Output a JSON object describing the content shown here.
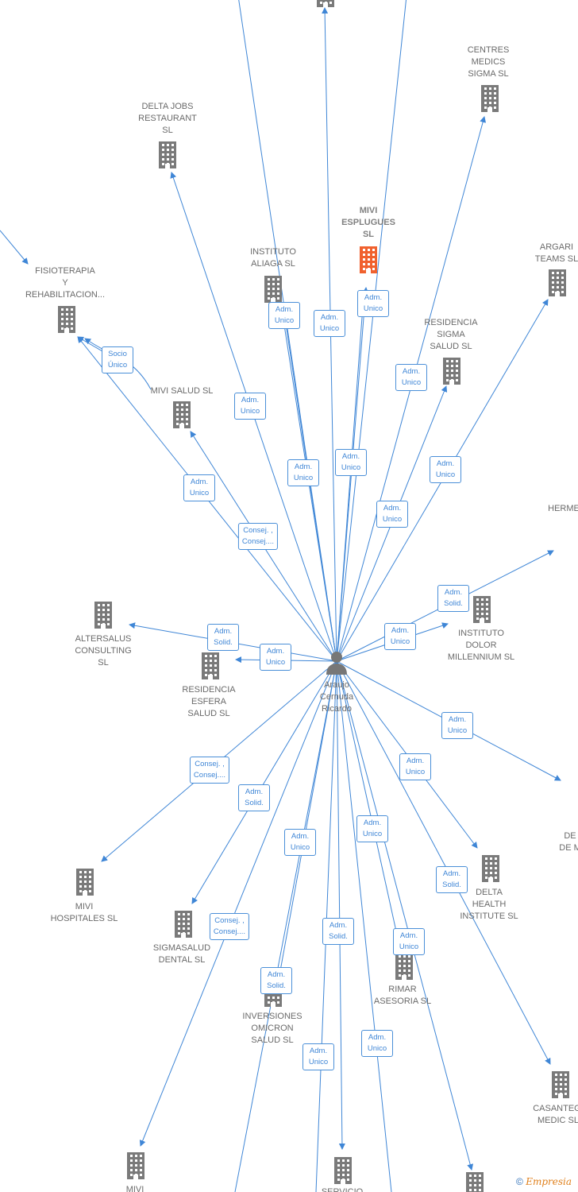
{
  "center": {
    "name": "Araujo\nCernuda\nRicardo"
  },
  "nodes": [
    {
      "id": "delta_jobs",
      "label": "DELTA JOBS\nRESTAURANT\nSL"
    },
    {
      "id": "centres_medics",
      "label": "CENTRES\nMEDICS\nSIGMA SL"
    },
    {
      "id": "mivi_esplugues",
      "label": "MIVI\nESPLUGUES\nSL",
      "focus": true
    },
    {
      "id": "instituto_aliaga",
      "label": "INSTITUTO\nALIAGA SL"
    },
    {
      "id": "fisioterapia",
      "label": "FISIOTERAPIA\nY\nREHABILITACION..."
    },
    {
      "id": "argari",
      "label": "ARGARI\nTEAMS SL"
    },
    {
      "id": "residencia_sigma",
      "label": "RESIDENCIA\nSIGMA\nSALUD SL"
    },
    {
      "id": "mivi_salud",
      "label": "MIVI SALUD SL"
    },
    {
      "id": "hermes",
      "label": "HERME"
    },
    {
      "id": "altersalus",
      "label": "ALTERSALUS\nCONSULTING\nSL"
    },
    {
      "id": "residencia_esfera",
      "label": "RESIDENCIA\nESFERA\nSALUD SL"
    },
    {
      "id": "instituto_dolor",
      "label": "INSTITUTO\nDOLOR\nMILLENNIUM SL"
    },
    {
      "id": "de_m",
      "label": "DE\nDE M"
    },
    {
      "id": "mivi_hospitales",
      "label": "MIVI\nHOSPITALES SL"
    },
    {
      "id": "delta_health",
      "label": "DELTA\nHEALTH\nINSTITUTE SL"
    },
    {
      "id": "sigmasalud",
      "label": "SIGMASALUD\nDENTAL SL"
    },
    {
      "id": "rimar",
      "label": "RIMAR\nASESORIA SL"
    },
    {
      "id": "inversiones",
      "label": "INVERSIONES\nOMICRON\nSALUD SL"
    },
    {
      "id": "casantegi",
      "label": "CASANTEGI\nMEDIC SL"
    },
    {
      "id": "mivi_bottom",
      "label": "MIVI"
    },
    {
      "id": "servicios",
      "label": "SERVICIO"
    },
    {
      "id": "top_unlabeled",
      "label": ""
    },
    {
      "id": "bottom_right_unlabeled",
      "label": ""
    }
  ],
  "edge_labels": [
    {
      "id": "e_aliaga",
      "text": "Adm.\nUnico"
    },
    {
      "id": "e_top",
      "text": "Adm.\nUnico"
    },
    {
      "id": "e_mivi_esplugues",
      "text": "Adm.\nUnico"
    },
    {
      "id": "e_residencia_sigma_upper",
      "text": "Adm.\nUnico"
    },
    {
      "id": "e_socio",
      "text": "Socio\nÚnico"
    },
    {
      "id": "e_delta_jobs",
      "text": "Adm.\nUnico"
    },
    {
      "id": "e_aliaga_lower",
      "text": "Adm.\nUnico"
    },
    {
      "id": "e_mivi_esplugues_lower",
      "text": "Adm.\nUnico"
    },
    {
      "id": "e_argari",
      "text": "Adm.\nUnico"
    },
    {
      "id": "e_fisioterapia",
      "text": "Adm.\nUnico"
    },
    {
      "id": "e_residencia_sigma",
      "text": "Adm.\nUnico"
    },
    {
      "id": "e_mivi_salud",
      "text": "Consej. ,\nConsej...."
    },
    {
      "id": "e_hermes",
      "text": "Adm.\nSolid."
    },
    {
      "id": "e_altersalus",
      "text": "Adm.\nSolid."
    },
    {
      "id": "e_residencia_esfera",
      "text": "Adm.\nUnico"
    },
    {
      "id": "e_instituto_dolor",
      "text": "Adm.\nUnico"
    },
    {
      "id": "e_de_m",
      "text": "Adm.\nUnico"
    },
    {
      "id": "e_mivi_hospitales",
      "text": "Consej. ,\nConsej...."
    },
    {
      "id": "e_delta_health",
      "text": "Adm.\nUnico"
    },
    {
      "id": "e_sigmasalud",
      "text": "Adm.\nSolid."
    },
    {
      "id": "e_inversiones_upper",
      "text": "Adm.\nUnico"
    },
    {
      "id": "e_rimar_upper",
      "text": "Adm.\nUnico"
    },
    {
      "id": "e_casantegi",
      "text": "Adm.\nSolid."
    },
    {
      "id": "e_mivi_bottom",
      "text": "Consej. ,\nConsej...."
    },
    {
      "id": "e_servicios",
      "text": "Adm.\nSolid."
    },
    {
      "id": "e_rimar",
      "text": "Adm.\nUnico"
    },
    {
      "id": "e_inversiones",
      "text": "Adm.\nSolid."
    },
    {
      "id": "e_bottom_a",
      "text": "Adm.\nUnico"
    },
    {
      "id": "e_bottom_b",
      "text": "Adm.\nUnico"
    }
  ],
  "footer": {
    "copyright": "©",
    "brand": "Empresia"
  },
  "colors": {
    "edge": "#3f86d6",
    "building": "#7a7a7a",
    "focus_building": "#f0612e",
    "person": "#777777"
  }
}
